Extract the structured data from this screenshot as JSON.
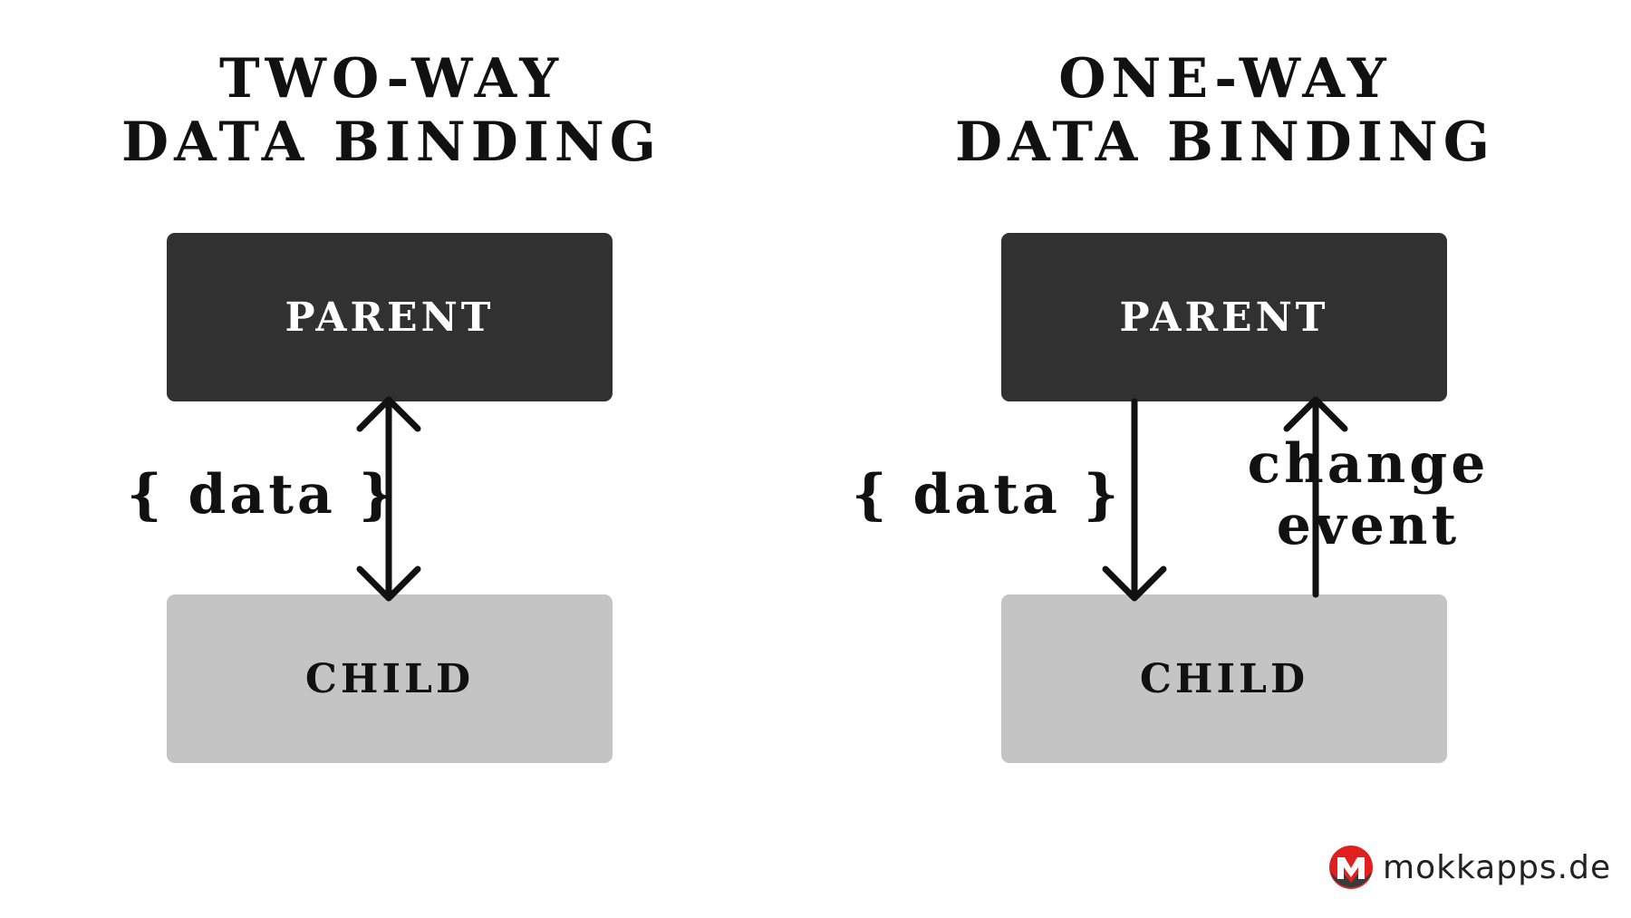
{
  "diagrams": [
    {
      "title_line1": "TWO-WAY",
      "title_line2": "DATA BINDING",
      "parent_label": "PARENT",
      "child_label": "CHILD",
      "data_label": "{ data }"
    },
    {
      "title_line1": "ONE-WAY",
      "title_line2": "DATA BINDING",
      "parent_label": "PARENT",
      "child_label": "CHILD",
      "data_label": "{ data }",
      "event_label_line1": "change",
      "event_label_line2": "event"
    }
  ],
  "brand": {
    "text": "mokkapps.de",
    "logo_icon": "mokkapps-m-logo-icon"
  },
  "colors": {
    "parent_box": "#313131",
    "child_box": "#c4c4c4",
    "arrow": "#111111",
    "logo_red": "#e0201e"
  }
}
